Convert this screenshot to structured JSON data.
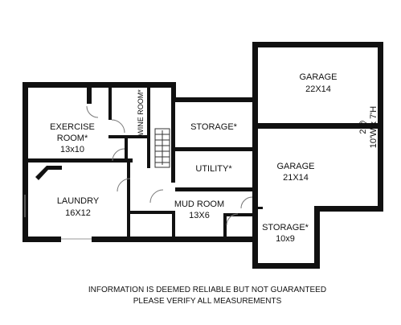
{
  "rooms": {
    "garage_a": {
      "name": "GARAGE",
      "size": "22X14"
    },
    "garage_b": {
      "name": "GARAGE",
      "size": "21X14"
    },
    "garage_door": {
      "line1": "2@",
      "line2": "10'W x 7'H"
    },
    "exercise": {
      "name_line1": "EXERCISE",
      "name_line2": "ROOM*",
      "size": "13x10"
    },
    "wine": {
      "name": "WINE ROOM*"
    },
    "storage_top": {
      "name": "STORAGE*"
    },
    "utility": {
      "name": "UTILITY*"
    },
    "laundry": {
      "name": "LAUNDRY",
      "size": "16X12"
    },
    "mud": {
      "name": "MUD ROOM",
      "size": "13X6"
    },
    "storage_bottom": {
      "name": "STORAGE*",
      "size": "10x9"
    }
  },
  "disclaimer": {
    "line1": "INFORMATION IS DEEMED RELIABLE BUT NOT GUARANTEED",
    "line2": "PLEASE VERIFY ALL MEASUREMENTS"
  },
  "colors": {
    "wall": "#111111",
    "background": "#ffffff"
  }
}
